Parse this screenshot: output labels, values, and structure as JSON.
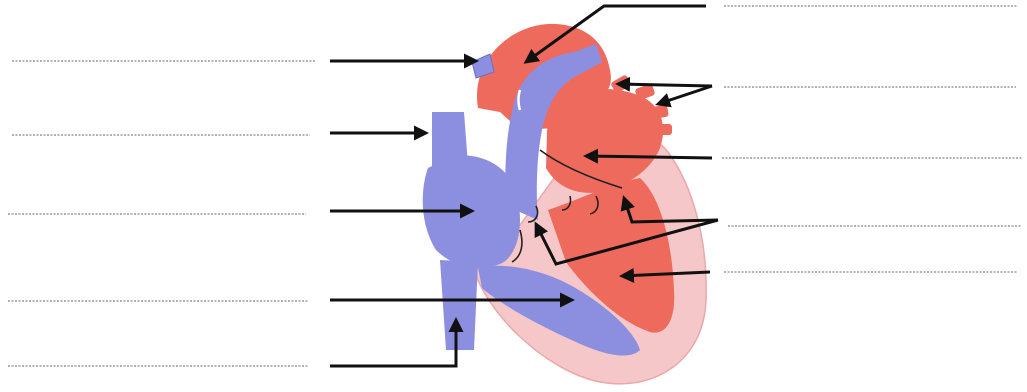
{
  "diagram": {
    "subject": "heart-diagram-unlabeled",
    "colors": {
      "background": "#ffffff",
      "oxygenated": "#ee6a5c",
      "oxygenated_dark": "#d6473c",
      "deoxygenated": "#8c8fe0",
      "deoxygenated_dark": "#6c6fc6",
      "wall": "#f6c7c8",
      "wall_edge": "#e8a9ab",
      "arrow": "#111111",
      "blank_line": "#9a9a9a"
    },
    "label_blanks": [
      {
        "id": "blank-left-1",
        "text": ""
      },
      {
        "id": "blank-left-2",
        "text": ""
      },
      {
        "id": "blank-left-3",
        "text": ""
      },
      {
        "id": "blank-left-4",
        "text": ""
      },
      {
        "id": "blank-left-5",
        "text": ""
      },
      {
        "id": "blank-right-1",
        "text": ""
      },
      {
        "id": "blank-right-2",
        "text": ""
      },
      {
        "id": "blank-right-3",
        "text": ""
      },
      {
        "id": "blank-right-4",
        "text": ""
      },
      {
        "id": "blank-right-5",
        "text": ""
      }
    ]
  }
}
